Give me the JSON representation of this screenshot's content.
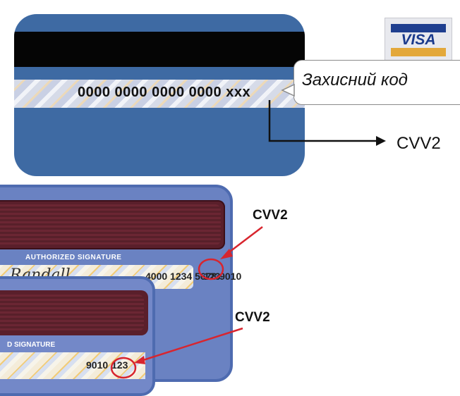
{
  "top_card": {
    "number_line": "0000 0000 0000 0000",
    "security_code": "xxx"
  },
  "visa_logo": {
    "text": "VISA"
  },
  "callout": {
    "text": "Захисний код"
  },
  "cvv_label_top": "CVV2",
  "back_card": {
    "strip_label": "AUTHORIZED SIGNATURE",
    "signature": "Randall",
    "number": "4000 1234 5678 9010",
    "code": "123"
  },
  "front_card": {
    "strip_label": "D SIGNATURE",
    "number": "9010",
    "code": "123"
  },
  "cvv_label_mid": "CVV2",
  "cvv_label_bottom": "CVV2",
  "colors": {
    "card_blue": "#3e6aa3",
    "arrow_red": "#d8252e",
    "stripe_black": "#050505"
  }
}
